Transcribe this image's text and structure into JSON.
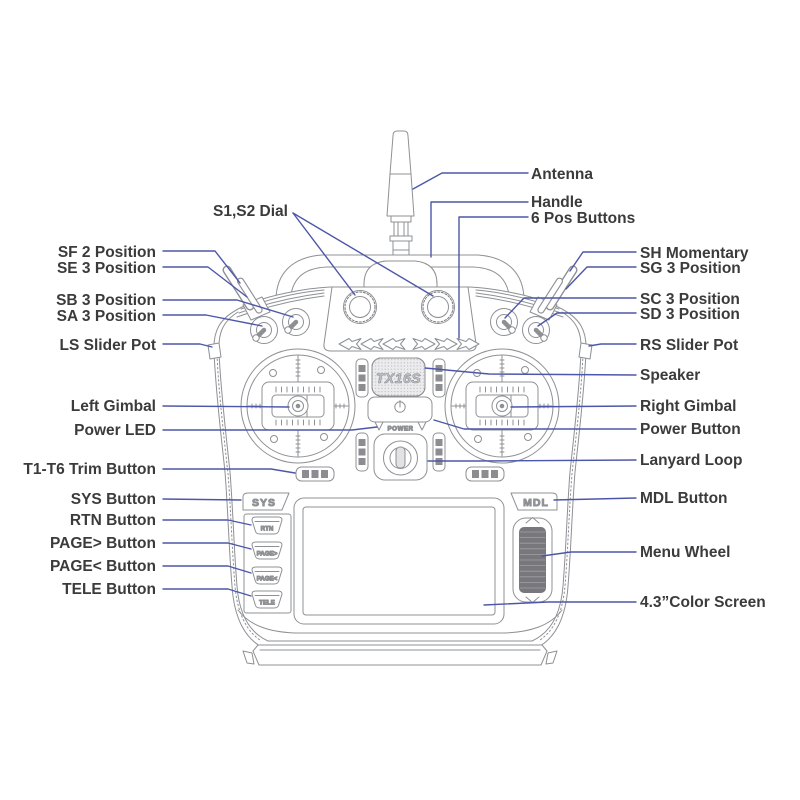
{
  "colors": {
    "callout_line": "#4d57a9",
    "label_text": "#3b3b3b",
    "artwork_line": "#8e9094"
  },
  "callouts": {
    "top": [
      {
        "label": "S1,S2 Dial"
      }
    ],
    "left": [
      {
        "label": "SF 2 Position"
      },
      {
        "label": "SE 3 Position"
      },
      {
        "label": "SB 3 Position"
      },
      {
        "label": "SA 3 Position"
      },
      {
        "label": "LS Slider Pot"
      },
      {
        "label": "Left Gimbal"
      },
      {
        "label": "Power LED"
      },
      {
        "label": "T1-T6 Trim Button"
      },
      {
        "label": "SYS Button"
      },
      {
        "label": "RTN Button"
      },
      {
        "label": "PAGE> Button"
      },
      {
        "label": "PAGE< Button"
      },
      {
        "label": "TELE Button"
      }
    ],
    "right": [
      {
        "label": "Antenna"
      },
      {
        "label": "Handle"
      },
      {
        "label": "6 Pos Buttons"
      },
      {
        "label": "SH Momentary"
      },
      {
        "label": "SG 3 Position"
      },
      {
        "label": "SC 3 Position"
      },
      {
        "label": "SD 3 Position"
      },
      {
        "label": "RS Slider Pot"
      },
      {
        "label": "Speaker"
      },
      {
        "label": "Right Gimbal"
      },
      {
        "label": "Power Button"
      },
      {
        "label": "Lanyard Loop"
      },
      {
        "label": "MDL Button"
      },
      {
        "label": "Menu Wheel"
      },
      {
        "label": "4.3”Color Screen"
      }
    ]
  },
  "device": {
    "badge": "TX16S",
    "power": "POWER",
    "sys": "SYS",
    "mdl": "MDL",
    "rtn": "RTN",
    "page_next": "PAGE>",
    "page_prev": "PAGE<",
    "tele": "TELE"
  }
}
